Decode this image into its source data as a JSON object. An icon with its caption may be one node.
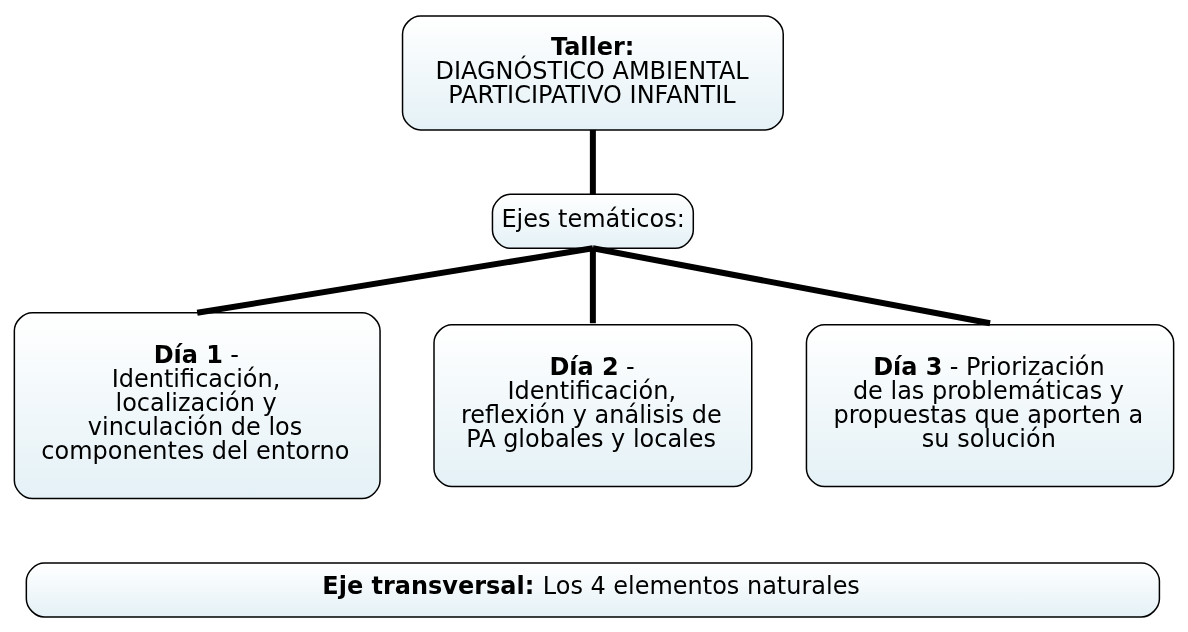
{
  "diagram": {
    "nodes": [
      {
        "text": [
          "**Taller:** DIAGNÓSTICO AMBIENTAL PARTICIPATIVO INFANTIL"
        ]
      },
      {
        "text": [
          "Ejes temáticos:"
        ]
      },
      {
        "text": [
          "**Día 1** - Identificación, localización y vinculación de los componentes del entorno"
        ]
      },
      {
        "text": [
          "**Día 2** - Identificación, reflexión y análisis de PA globales y locales"
        ]
      },
      {
        "text": [
          "**Día 3** - Priorización de las problemáticas y propuestas que aporten a su solución"
        ]
      },
      {
        "text": [
          "**Eje transversal:** Los 4 elementos naturales"
        ]
      }
    ],
    "edges": [
      {
        "from": 0,
        "to": 1,
        "arrow": "none"
      },
      {
        "from": 1,
        "to": 2,
        "arrow": "none"
      },
      {
        "from": 1,
        "to": 3,
        "arrow": "none"
      },
      {
        "from": 1,
        "to": 4,
        "arrow": "none"
      }
    ]
  }
}
